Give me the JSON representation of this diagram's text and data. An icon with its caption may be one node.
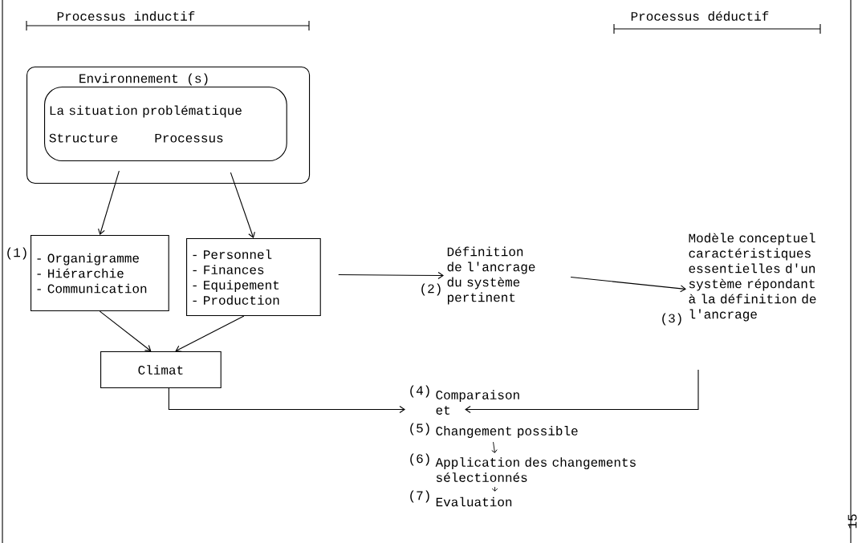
{
  "diagram": {
    "nodes": [
      {
        "text": [
          "Environnement (s)"
        ]
      },
      {
        "text": [
          "La situation problématique",
          "Structure",
          "Processus"
        ],
        "in": 0
      },
      {
        "text": [
          "- Organigramme",
          "- Hiérarchie",
          "- Communication"
        ],
        "beside": [
          "(1)"
        ]
      },
      {
        "text": [
          "- Personnel",
          "- Finances",
          "- Equipement",
          "- Production"
        ]
      },
      {
        "text": [
          "Définition de l'ancrage du système pertinent"
        ],
        "beside": [
          "(2)"
        ]
      },
      {
        "text": [
          "Modèle conceptuel caractéristiques essentielles d'un système répondant à la définition de l'ancrage"
        ],
        "beside": [
          "(3)"
        ]
      },
      {
        "text": [
          "Climat"
        ]
      },
      {
        "text": [
          "Comparaison et"
        ],
        "beside": [
          "(4)"
        ]
      },
      {
        "text": [
          "Changement possible"
        ],
        "beside": [
          "(5)"
        ]
      },
      {
        "text": [
          "Application des changements sélectionnés"
        ],
        "beside": [
          "(6)"
        ]
      },
      {
        "text": [
          "Evaluation"
        ],
        "beside": [
          "(7)"
        ]
      }
    ],
    "edges": [
      {
        "from": 1,
        "to": 2,
        "arrow": "to"
      },
      {
        "from": 1,
        "to": 3,
        "arrow": "to"
      },
      {
        "from": 3,
        "to": 4,
        "arrow": "to"
      },
      {
        "from": 4,
        "to": 5,
        "arrow": "to"
      },
      {
        "from": 2,
        "to": 6,
        "arrow": "to"
      },
      {
        "from": 3,
        "to": 6,
        "arrow": "to"
      },
      {
        "from": 6,
        "to": 7,
        "arrow": "to"
      },
      {
        "from": 5,
        "to": 7,
        "arrow": "to"
      },
      {
        "from": 8,
        "to": 9,
        "arrow": "to"
      },
      {
        "from": 9,
        "to": 10,
        "arrow": "to"
      }
    ],
    "labels": [
      "Processus inductif",
      "Processus déductif",
      "15"
    ]
  }
}
